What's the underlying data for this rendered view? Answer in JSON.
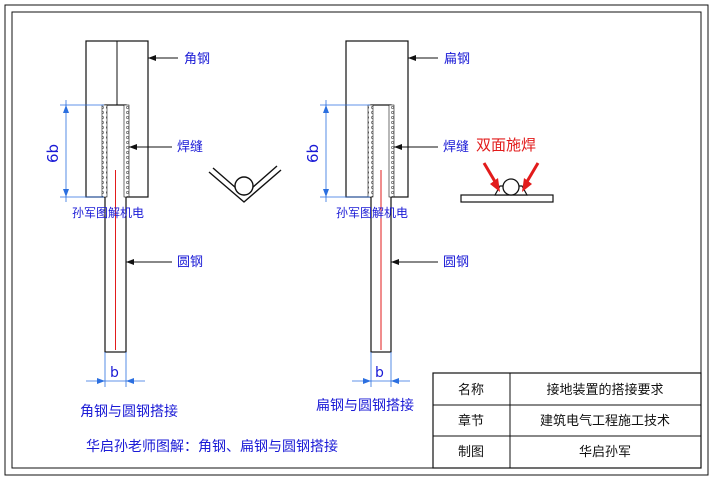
{
  "left_figure": {
    "label_top": "角钢",
    "label_weld": "焊缝",
    "label_bar": "圆钢",
    "dim_vertical": "6b",
    "dim_bottom": "b",
    "watermark": "孙军图解机电",
    "caption": "角钢与圆钢搭接"
  },
  "right_figure": {
    "label_top": "扁钢",
    "label_weld": "焊缝",
    "label_bar": "圆钢",
    "dim_vertical": "6b",
    "dim_bottom": "b",
    "watermark": "孙军图解机电",
    "caption": "扁钢与圆钢搭接",
    "weld_note": "双面施焊"
  },
  "footer_caption": "华启孙老师图解：角钢、扁钢与圆钢搭接",
  "title_block": {
    "rows": [
      {
        "label": "名称",
        "value": "接地装置的搭接要求"
      },
      {
        "label": "章节",
        "value": "建筑电气工程施工技术"
      },
      {
        "label": "制图",
        "value": "华启孙军"
      }
    ]
  },
  "colors": {
    "line": "#111111",
    "text_blue": "#1a1ad6",
    "dim_blue": "#2b6fe0",
    "accent_red": "#e21b1b"
  }
}
